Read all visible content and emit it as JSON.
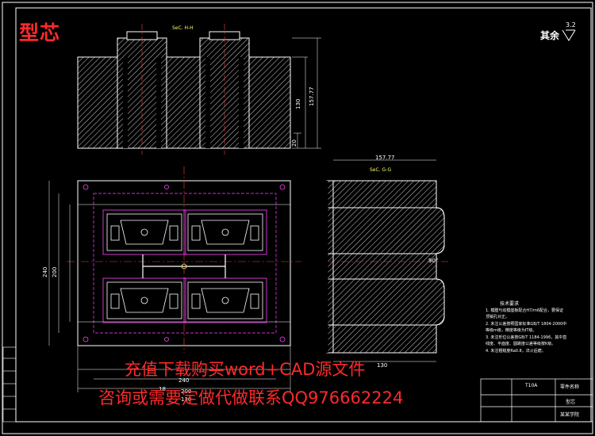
{
  "drawing": {
    "title": "型芯",
    "roughness_label": "其余",
    "roughness_value": "3.2",
    "section_top": "SeC. H-H",
    "section_right": "SeC. G-G",
    "dims": {
      "top_height_inner": "130",
      "top_height_outer": "157.77",
      "top_small": "20",
      "right_width": "157.77",
      "right_width2": "130",
      "right_angle": "90°",
      "left_240": "240",
      "left_200": "200",
      "bottom_240": "240",
      "bottom_a": "18",
      "bottom_b": "200",
      "bottom_c": "130"
    },
    "tech_notes_title": "技术要求",
    "tech_notes": [
      "1. 模膛与动模座板配合H7/m6配合，要保证",
      "   顶销孔对正。",
      "2. 未注公差按照国家标准GB/T 1804-2000中",
      "   等级m级，精度等级为IT级。",
      "3. 未注形位公差按GB/T 1184-1996，其中直",
      "   线度、平面度、圆跳度公差等级按K级。",
      "4. 未注粗糙度Ra0.8，淬火后磨。"
    ],
    "title_block": {
      "material": "T10A",
      "drawing_name": "零件名称",
      "part_name": "型芯",
      "school": "某某学院"
    },
    "watermark_line1": "充值下载购买word+CAD源文件",
    "watermark_line2": "咨询或需要定做代做联系QQ976662224"
  },
  "colors": {
    "background": "#000000",
    "line": "#ffffff",
    "hatch": "#ffffff",
    "center": "#ff3b3b",
    "hidden": "#ff44ff",
    "dim": "#66ffff",
    "accent": "#ffff66",
    "watermark": "#ff2a2a"
  }
}
